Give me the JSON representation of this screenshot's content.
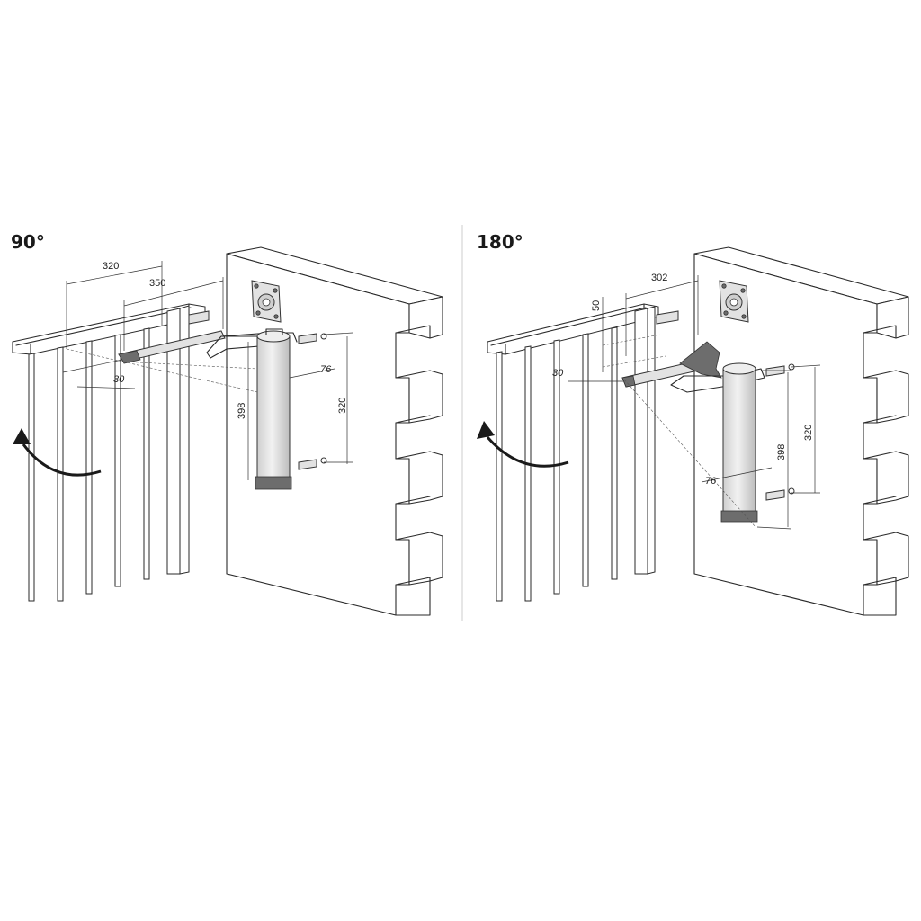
{
  "panels": [
    {
      "title": "90°",
      "dims": {
        "d320_top": "320",
        "d350": "350",
        "d30": "30",
        "d398": "398",
        "d76": "76",
        "d320_side": "320"
      }
    },
    {
      "title": "180°",
      "dims": {
        "d302": "302",
        "d50": "50",
        "d30": "30",
        "d398": "398",
        "d76": "76",
        "d320_side": "320"
      }
    }
  ],
  "colors": {
    "line": "#2a2a2a",
    "cylinder": "#e2e2e2",
    "cylinder_base": "#6d6d6d",
    "divider": "#cccccc"
  },
  "icons": {
    "rotation": "curved-arrow-icon"
  }
}
